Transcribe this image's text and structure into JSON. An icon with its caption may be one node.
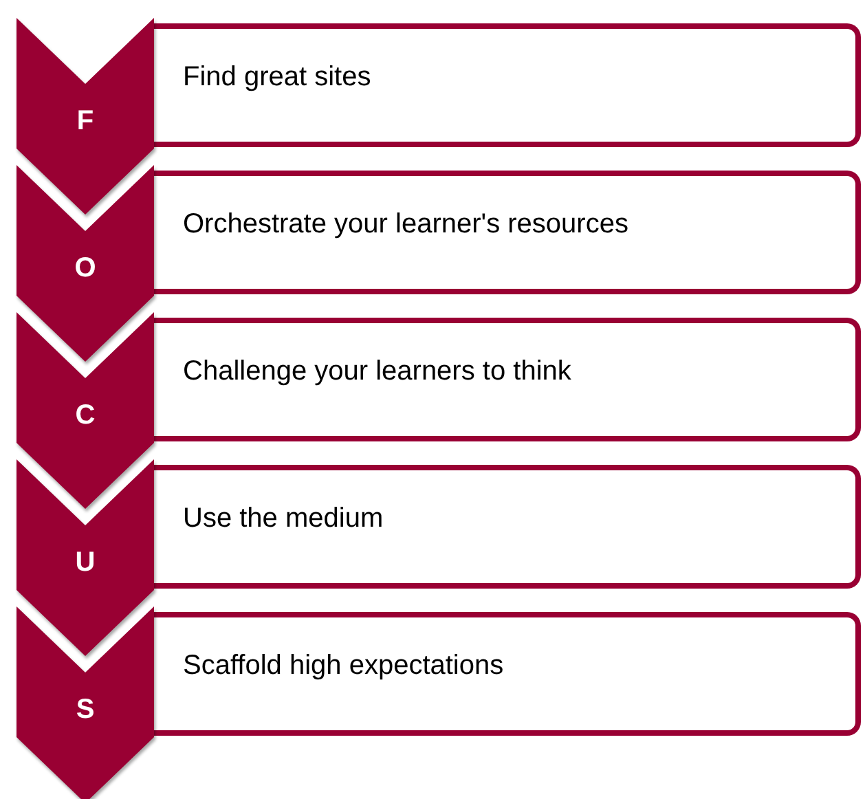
{
  "diagram": {
    "nodes": [
      {
        "text": [
          "F"
        ]
      },
      {
        "text": [
          "Find great sites"
        ]
      },
      {
        "text": [
          "O"
        ]
      },
      {
        "text": [
          "Orchestrate your learner's resources"
        ]
      },
      {
        "text": [
          "C"
        ]
      },
      {
        "text": [
          "Challenge your learners to think"
        ]
      },
      {
        "text": [
          "U"
        ]
      },
      {
        "text": [
          "Use the medium"
        ]
      },
      {
        "text": [
          "S"
        ]
      },
      {
        "text": [
          "Scaffold high expectations"
        ]
      }
    ]
  }
}
